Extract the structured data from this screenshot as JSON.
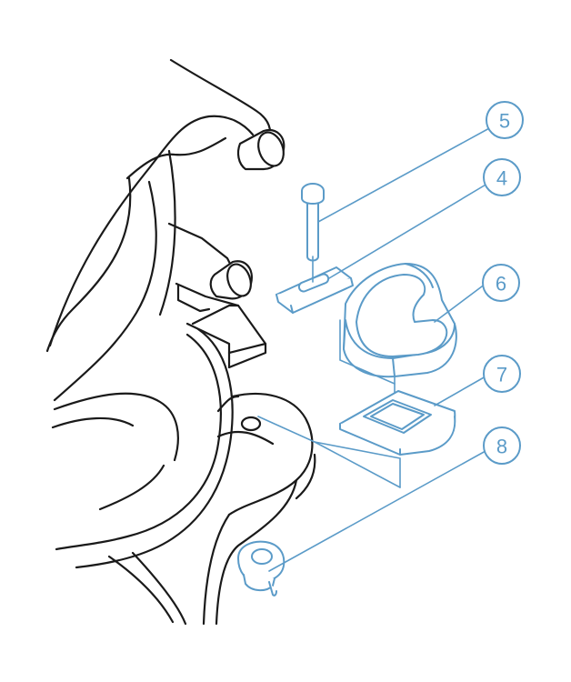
{
  "colors": {
    "line_art": "#1a1a1a",
    "accent_blue": "#5b9bc8"
  },
  "callouts": [
    {
      "id": "c5",
      "label": "5"
    },
    {
      "id": "c4",
      "label": "4"
    },
    {
      "id": "c6",
      "label": "6"
    },
    {
      "id": "c7",
      "label": "7"
    },
    {
      "id": "c8",
      "label": "8"
    }
  ]
}
